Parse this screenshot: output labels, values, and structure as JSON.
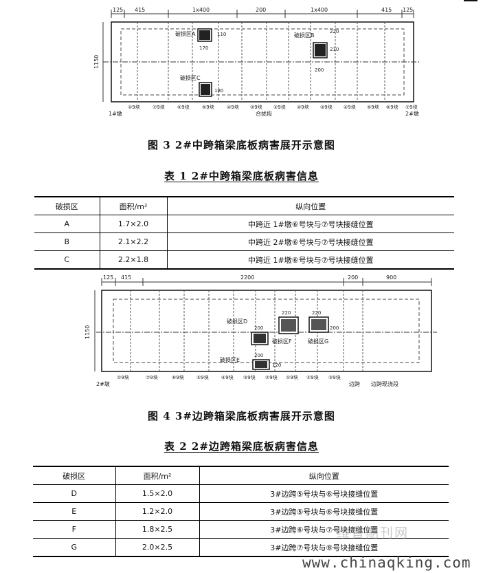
{
  "figure3": {
    "caption": "图 3 2#中跨箱梁底板病害展开示意图",
    "dims": [
      "125",
      "415",
      "1x400",
      "200",
      "1x400",
      "415",
      "125"
    ],
    "height": "1150",
    "segments": [
      "①9块",
      "⑦9块",
      "⑥9块",
      "⑤9块",
      "④9块",
      "③9块",
      "②9块",
      "②9块",
      "③9块",
      "④9块",
      "⑤9块",
      "⑥9块",
      "⑦9块"
    ],
    "end_left": "1#墩",
    "end_right": "2#墩",
    "closure": "合拢段",
    "zones": [
      "破损区A",
      "破损区B",
      "破损区C"
    ],
    "zone_dims": [
      "110",
      "170",
      "220",
      "210",
      "200",
      "180"
    ]
  },
  "table1": {
    "title": "表 1 2#中跨箱梁底板病害信息",
    "headers": [
      "破损区",
      "面积/m²",
      "纵向位置"
    ],
    "rows": [
      [
        "A",
        "1.7×2.0",
        "中跨近 1#墩⑥号块与⑦号块接缝位置"
      ],
      [
        "B",
        "2.1×2.2",
        "中跨近 2#墩⑥号块与⑦号块接缝位置"
      ],
      [
        "C",
        "2.2×1.8",
        "中跨近 1#墩⑥号块与⑦号块接缝位置"
      ]
    ]
  },
  "figure4": {
    "caption": "图 4 3#边跨箱梁底板病害展开示意图",
    "dims": [
      "125",
      "415",
      "2200",
      "200",
      "900"
    ],
    "height": "1150",
    "segments": [
      "①9块",
      "⑦9块",
      "⑥9块",
      "⑤9块",
      "④9块",
      "③9块",
      "②9块",
      "①9块",
      "②9块",
      "③9块"
    ],
    "end_left": "2#墩",
    "end_right": "边跨现浇段",
    "closure_side": "边跨",
    "zones": [
      "破损区D",
      "破损区E",
      "破损区F",
      "破损区G"
    ],
    "zone_dims": [
      "200",
      "220",
      "220",
      "200",
      "200",
      "120"
    ]
  },
  "table2": {
    "title": "表 2 2#边跨箱梁底板病害信息",
    "headers": [
      "破损区",
      "面积/m²",
      "纵向位置"
    ],
    "rows": [
      [
        "D",
        "1.5×2.0",
        "3#边跨⑤号块与⑥号块接缝位置"
      ],
      [
        "E",
        "1.2×2.0",
        "3#边跨⑤号块与⑥号块接缝位置"
      ],
      [
        "F",
        "1.8×2.5",
        "3#边跨⑥号块与⑦号块接缝位置"
      ],
      [
        "G",
        "2.0×2.5",
        "3#边跨⑦号块与⑧号块接缝位置"
      ]
    ]
  },
  "watermark": "维普期刊网",
  "site": "www.chinaqking.com"
}
